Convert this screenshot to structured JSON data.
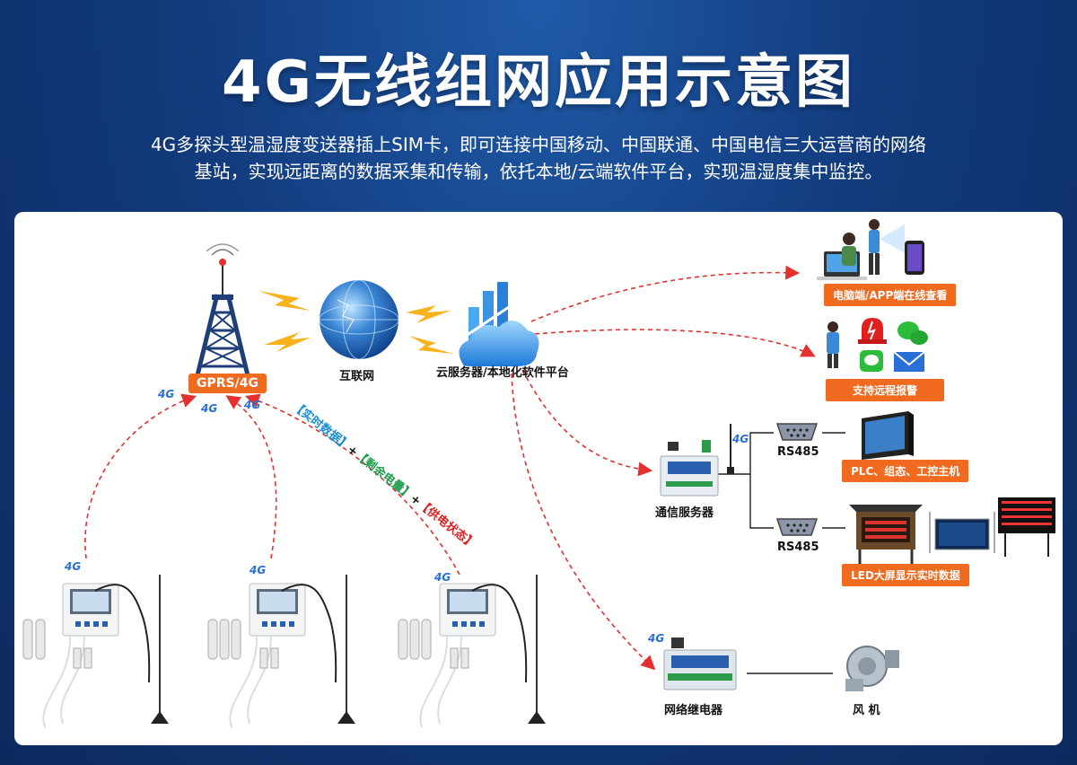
{
  "title": "4G无线组网应用示意图",
  "subtitle_line1": "4G多探头型温湿度变送器插上SIM卡，即可连接中国移动、中国联通、中国电信三大运营商的网络",
  "subtitle_line2": "基站，实现远距离的数据采集和传输，依托本地/云端软件平台，实现温湿度集中监控。",
  "gprs_label": "GPRS/4G",
  "internet_label": "互联网",
  "cloud_label": "云服务器/本地化软件平台",
  "tag_online": "电脑端/APP端在线查看",
  "tag_alarm": "支持远程报警",
  "tag_plc": "PLC、组态、工控主机",
  "tag_led": "LED大屏显示实时数据",
  "rs485_a": "RS485",
  "rs485_b": "RS485",
  "comm_server_label": "通信服务器",
  "relay_label": "网络继电器",
  "fan_label": "风 机",
  "flow_realtime": "【实时数据】",
  "flow_battery": "【剩余电量】",
  "flow_power": "【供电状态】",
  "plus": "+",
  "g4_text": "4G",
  "colors": {
    "accent_orange": "#f06a1f",
    "flow_blue": "#1a8fd6",
    "flow_green": "#1b9e4b",
    "flow_red": "#e0201f",
    "dash_red": "#e53030"
  }
}
